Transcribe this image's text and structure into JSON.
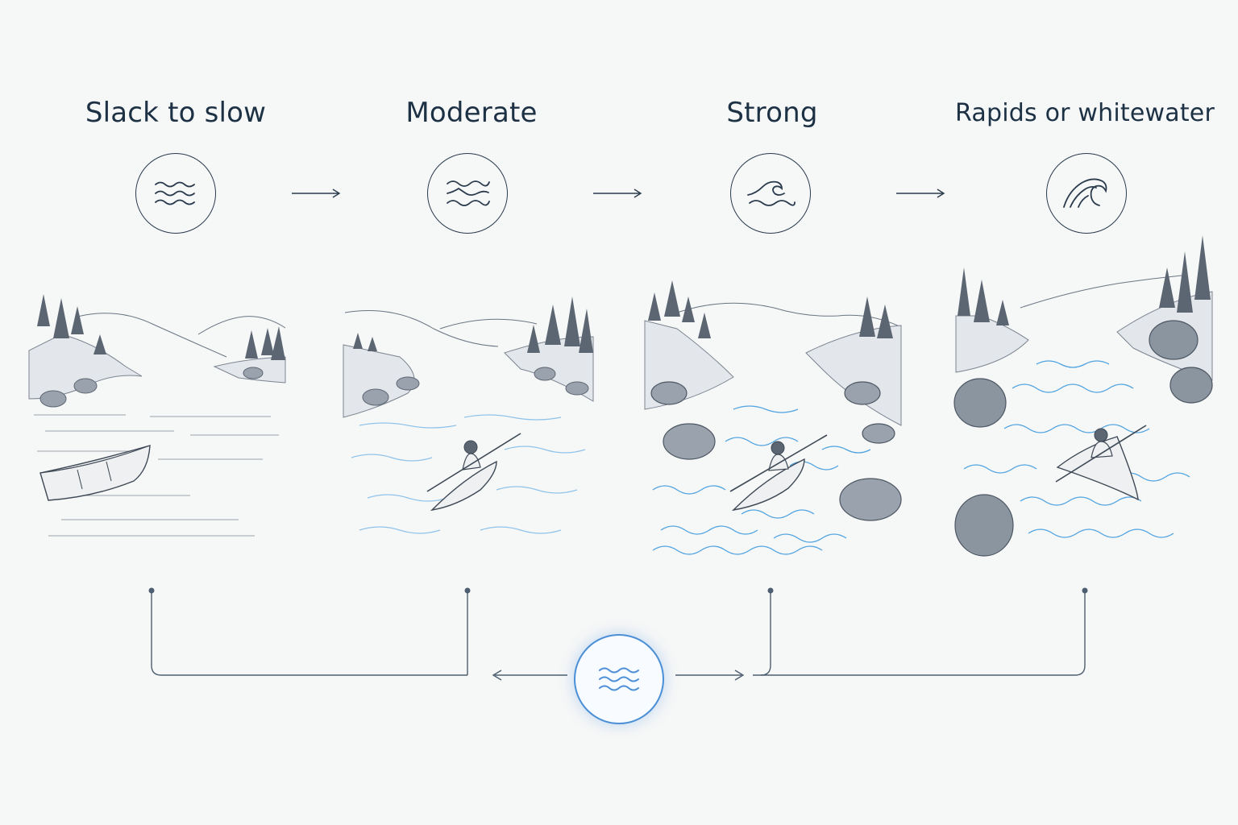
{
  "levels": [
    {
      "label": "Slack to slow",
      "icon": "calm-waves-icon",
      "scene": "rowboat-on-calm-lake"
    },
    {
      "label": "Moderate",
      "icon": "moderate-waves-icon",
      "scene": "kayak-on-moderate-river"
    },
    {
      "label": "Strong",
      "icon": "strong-wave-icon",
      "scene": "kayak-on-strong-river"
    },
    {
      "label": "Rapids or whitewater",
      "icon": "breaking-wave-icon",
      "scene": "kayak-in-whitewater-rapids"
    }
  ],
  "center": {
    "icon": "water-waves-icon"
  },
  "colors": {
    "line": "#2a3b4e",
    "accent": "#4b8fd6",
    "water": "#5aa7e0",
    "text": "#1d3145"
  }
}
